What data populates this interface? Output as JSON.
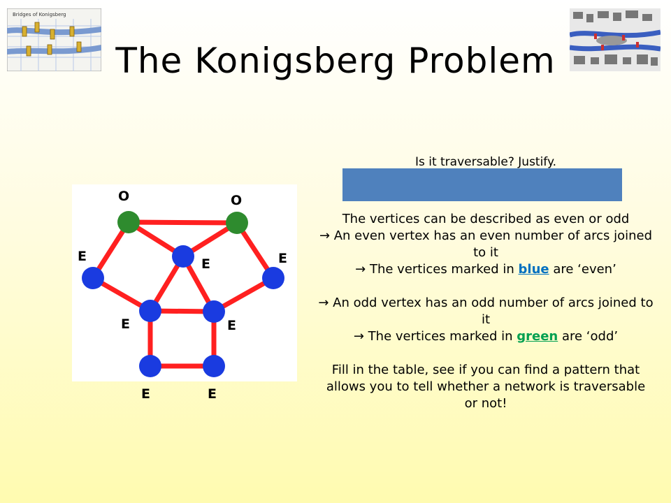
{
  "slide": {
    "title": "The Konigsberg Problem",
    "question": "Is it traversable?  Justify.",
    "thumb_left_caption": "Bridges of Konigsberg",
    "diagram": {
      "vertex_labels": {
        "top_left": "O",
        "top_right": "O",
        "mid_left": "E",
        "center": "E",
        "mid_right": "E",
        "inner_left": "E",
        "inner_right": "E",
        "bottom_left": "E",
        "bottom_right": "E"
      },
      "colors": {
        "edge": "#ff2020",
        "even_vertex": "#1a3be0",
        "odd_vertex": "#2e8b2e"
      }
    },
    "paragraphs": {
      "intro": "The vertices can be described as even or odd",
      "even_def": "→  An even vertex has an even number of arcs joined to it",
      "blue_pre": "→  The vertices marked in ",
      "blue_word": "blue",
      "blue_post": " are ‘even’",
      "odd_def": "→  An odd vertex has an odd number of arcs joined to it",
      "green_pre": "→  The vertices marked in ",
      "green_word": "green",
      "green_post": " are ‘odd’",
      "closing": "Fill in the table, see if you can find a pattern that allows you to tell whether a network is traversable or not!"
    }
  }
}
